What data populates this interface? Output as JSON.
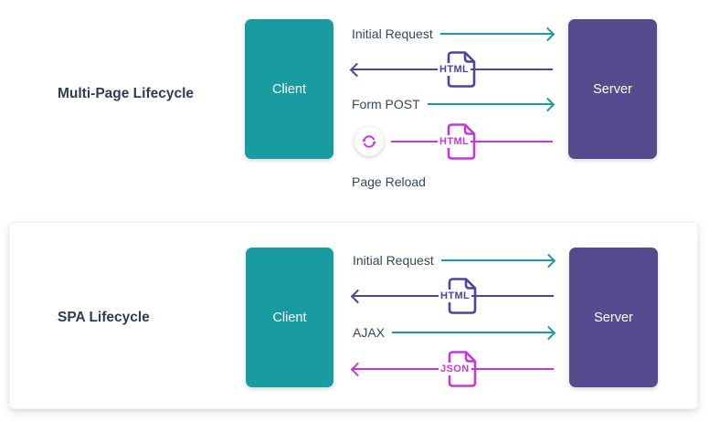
{
  "colors": {
    "accent_teal": "#189BA1",
    "accent_indigo": "#53419B",
    "accent_magenta": "#C537DD",
    "client_box": "#189BA1",
    "server_box": "#574A8E",
    "text_dark": "#33475C",
    "title_text": "#2C3E54"
  },
  "icons": {
    "reload": "circular-refresh-arrows",
    "file_html": "document-with-folded-corner",
    "file_json": "document-with-folded-corner"
  },
  "sections": [
    {
      "title": "Multi-Page Lifecycle",
      "client": "Client",
      "server": "Server",
      "rows": [
        {
          "kind": "request",
          "label": "Initial Request"
        },
        {
          "kind": "response",
          "badge": "HTML"
        },
        {
          "kind": "request",
          "label": "Form POST"
        },
        {
          "kind": "reload-response",
          "badge": "HTML"
        }
      ],
      "caption": "Page Reload"
    },
    {
      "title": "SPA Lifecycle",
      "client": "Client",
      "server": "Server",
      "rows": [
        {
          "kind": "request",
          "label": "Initial Request"
        },
        {
          "kind": "response",
          "badge": "HTML"
        },
        {
          "kind": "request",
          "label": "AJAX"
        },
        {
          "kind": "response",
          "badge": "JSON"
        }
      ]
    }
  ]
}
